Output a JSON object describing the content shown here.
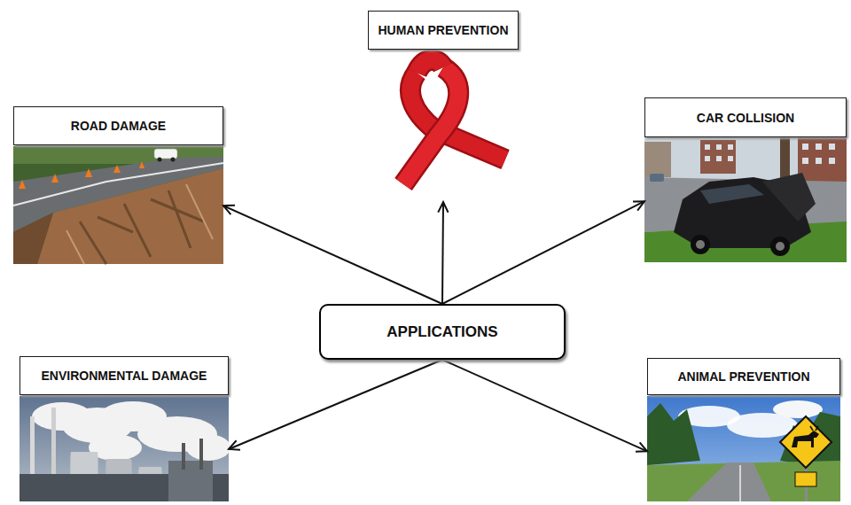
{
  "diagram": {
    "nodes": [
      {
        "text": [
          "HUMAN PREVENTION"
        ]
      },
      {
        "text": [
          "ROAD DAMAGE"
        ]
      },
      {
        "text": [
          "CAR COLLISION"
        ]
      },
      {
        "text": [
          "APPLICATIONS"
        ]
      },
      {
        "text": [
          "ENVIRONMENTAL DAMAGE"
        ]
      },
      {
        "text": [
          "ANIMAL PREVENTION"
        ]
      }
    ],
    "edges": [
      {
        "from": 3,
        "to": 0,
        "arrow": "to"
      },
      {
        "from": 3,
        "to": 1,
        "arrow": "to"
      },
      {
        "from": 3,
        "to": 2,
        "arrow": "to"
      },
      {
        "from": 3,
        "to": 4,
        "arrow": "to"
      },
      {
        "from": 3,
        "to": 5,
        "arrow": "to"
      }
    ]
  }
}
